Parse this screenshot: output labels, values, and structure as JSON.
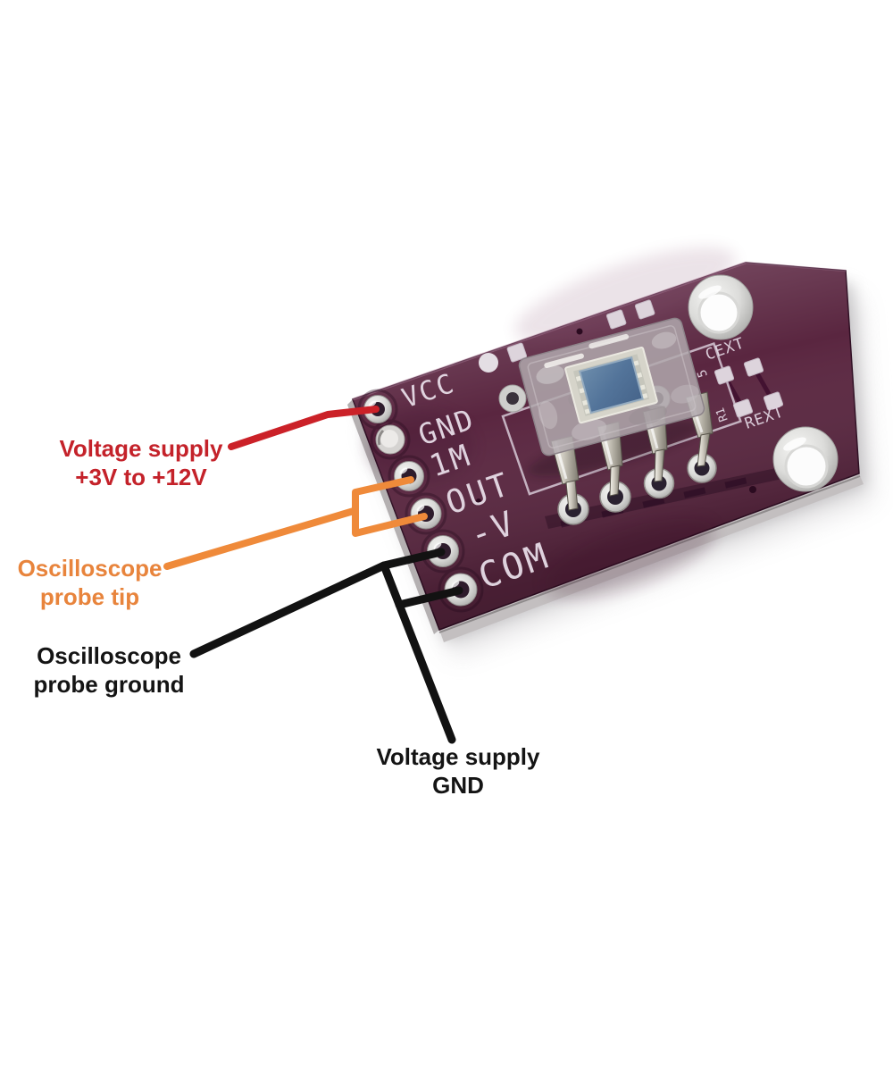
{
  "annotations": {
    "supply": {
      "line1": "Voltage supply",
      "line2": "+3V to +12V",
      "color": "#c4222a"
    },
    "probe_tip": {
      "line1": "Oscilloscope",
      "line2": "probe tip",
      "color": "#e8843c"
    },
    "probe_ground": {
      "line1": "Oscilloscope",
      "line2": "probe ground",
      "color": "#141414"
    },
    "supply_gnd": {
      "line1": "Voltage supply",
      "line2": "GND",
      "color": "#141414"
    }
  },
  "board": {
    "solder_mask_color": "#5a2640",
    "silkscreen_color": "#e7dce7",
    "pin_labels": [
      "VCC",
      "GND",
      "1M",
      "OUT",
      "-V",
      "COM"
    ],
    "component_labels": {
      "cap": "CEXT",
      "res": "REXT"
    },
    "designators": {
      "cap": "5",
      "res": "R1"
    }
  },
  "wire_colors": {
    "supply": "#cb2128",
    "probe_tip": "#ef8a3a",
    "ground": "#121212"
  }
}
